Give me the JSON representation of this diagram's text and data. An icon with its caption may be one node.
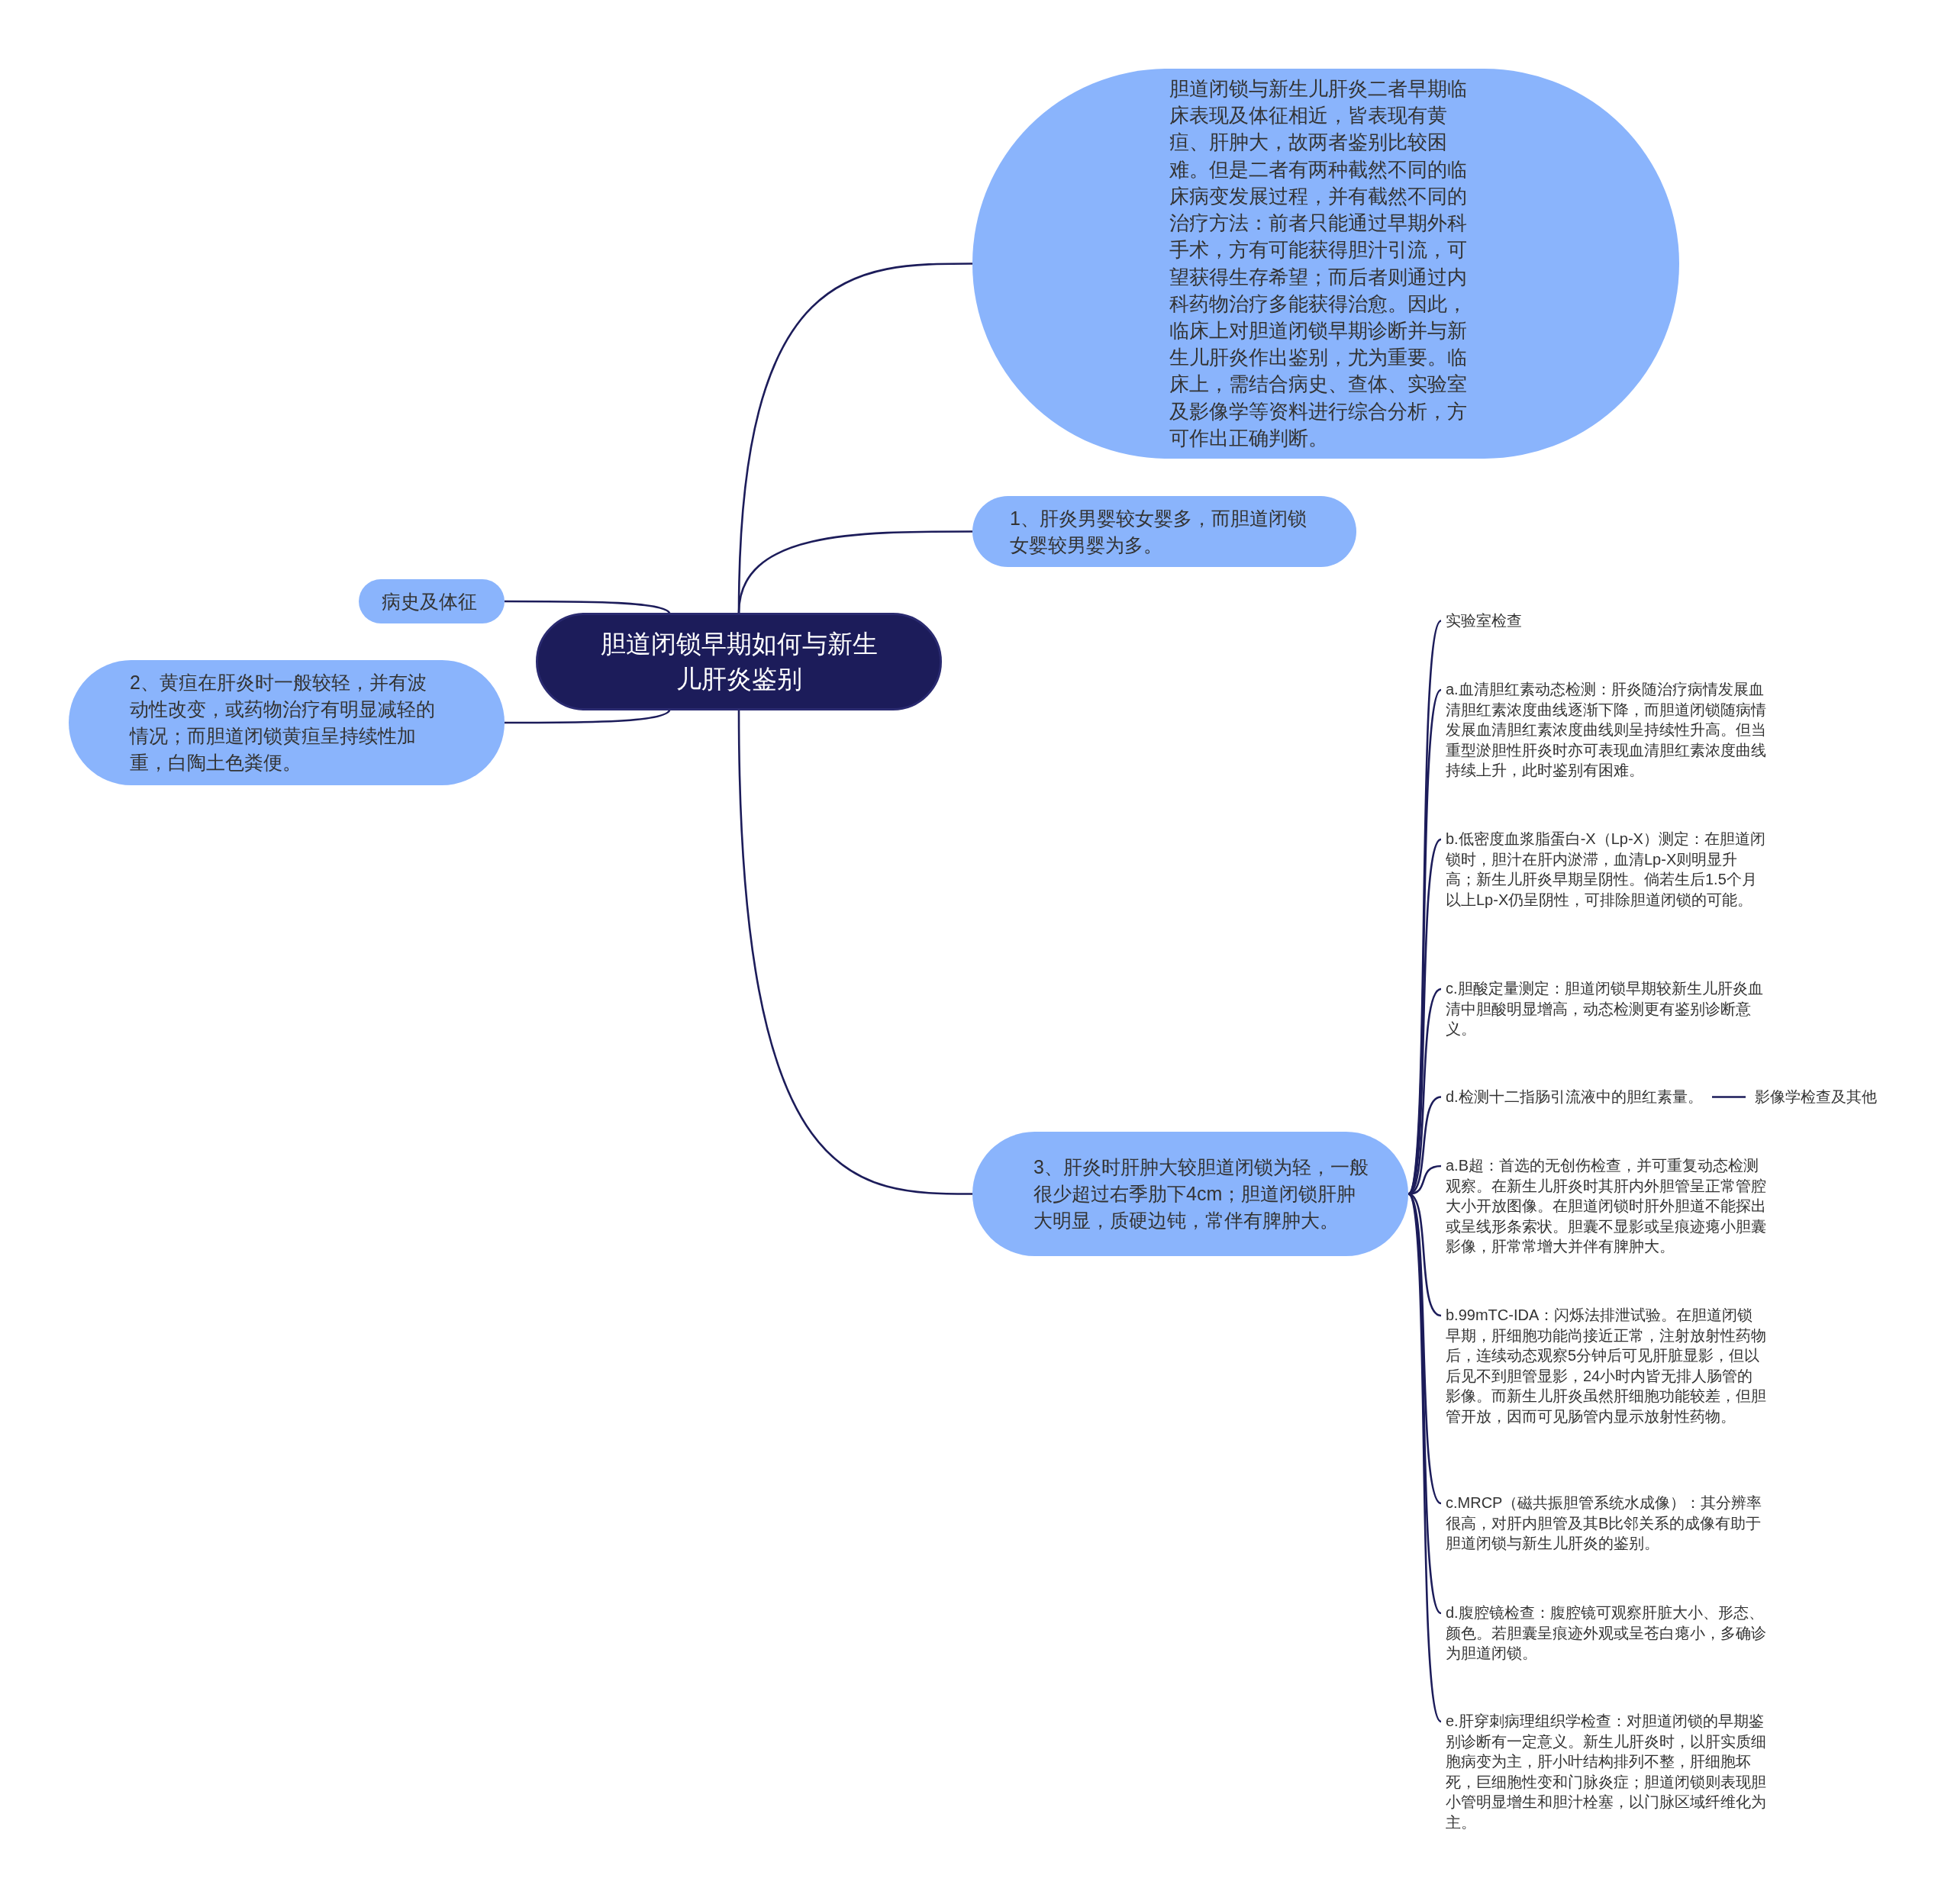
{
  "diagram": {
    "nodes": [
      {
        "text": [
          "胆道闭锁早期如何与新生儿肝炎鉴别"
        ]
      },
      {
        "text": [
          "胆道闭锁与新生儿肝炎二者早期临床表现及体征相近，皆表现有黄疸、肝肿大，故两者鉴别比较困难。但是二者有两种截然不同的临床病变发展过程，并有截然不同的治疗方法：前者只能通过早期外科手术，方有可能获得胆汁引流，可望获得生存希望；而后者则通过内科药物治疗多能获得治愈。因此，临床上对胆道闭锁早期诊断并与新生儿肝炎作出鉴别，尤为重要。临床上，需结合病史、查体、实验室及影像学等资料进行综合分析，方可作出正确判断。"
        ]
      },
      {
        "text": [
          "1、肝炎男婴较女婴多，而胆道闭锁女婴较男婴为多。"
        ]
      },
      {
        "text": [
          "病史及体征"
        ]
      },
      {
        "text": [
          "2、黄疸在肝炎时一般较轻，并有波动性改变，或药物治疗有明显减轻的情况；而胆道闭锁黄疸呈持续性加重，白陶土色粪便。"
        ]
      },
      {
        "text": [
          "3、肝炎时肝肿大较胆道闭锁为轻，一般很少超过右季肋下4cm；胆道闭锁肝肿大明显，质硬边钝，常伴有脾肿大。"
        ]
      },
      {
        "text": [
          "实验室检查"
        ]
      },
      {
        "text": [
          "a.血清胆红素动态检测：肝炎随治疗病情发展血清胆红素浓度曲线逐渐下降，而胆道闭锁随病情发展血清胆红素浓度曲线则呈持续性升高。但当重型淤胆性肝炎时亦可表现血清胆红素浓度曲线持续上升，此时鉴别有困难。"
        ]
      },
      {
        "text": [
          "b.低密度血浆脂蛋白-X（Lp-X）测定：在胆道闭锁时，胆汁在肝内淤滞，血清Lp-X则明显升高；新生儿肝炎早期呈阴性。倘若生后1.5个月以上Lp-X仍呈阴性，可排除胆道闭锁的可能。"
        ]
      },
      {
        "text": [
          "c.胆酸定量测定：胆道闭锁早期较新生儿肝炎血清中胆酸明显增高，动态检测更有鉴别诊断意义。"
        ]
      },
      {
        "text": [
          "d.检测十二指肠引流液中的胆红素量。"
        ]
      },
      {
        "text": [
          "影像学检查及其他"
        ]
      },
      {
        "text": [
          "a.B超：首选的无创伤检查，并可重复动态检测观察。在新生儿肝炎时其肝内外胆管呈正常管腔大小开放图像。在胆道闭锁时肝外胆道不能探出或呈线形条索状。胆囊不显影或呈痕迹瘪小胆囊影像，肝常常增大并伴有脾肿大。"
        ]
      },
      {
        "text": [
          "b.99mTC-IDA：闪烁法排泄试验。在胆道闭锁早期，肝细胞功能尚接近正常，注射放射性药物后，连续动态观察5分钟后可见肝脏显影，但以后见不到胆管显影，24小时内皆无排人肠管的影像。而新生儿肝炎虽然肝细胞功能较差，但胆管开放，因而可见肠管内显示放射性药物。"
        ]
      },
      {
        "text": [
          "c.MRCP（磁共振胆管系统水成像）：其分辨率很高，对肝内胆管及其B比邻关系的成像有助于胆道闭锁与新生儿肝炎的鉴别。"
        ]
      },
      {
        "text": [
          "d.腹腔镜检查：腹腔镜可观察肝脏大小、形态、颜色。若胆囊呈痕迹外观或呈苍白瘪小，多确诊为胆道闭锁。"
        ]
      },
      {
        "text": [
          "e.肝穿刺病理组织学检查：对胆道闭锁的早期鉴别诊断有一定意义。新生儿肝炎时，以肝实质细胞病变为主，肝小叶结构排列不整，肝细胞坏死，巨细胞性变和门脉炎症；胆道闭锁则表现胆小管明显增生和胆汁栓塞，以门脉区域纤维化为主。"
        ]
      }
    ],
    "edges": [
      {
        "from": 0,
        "to": 1,
        "arrow": "none"
      },
      {
        "from": 0,
        "to": 2,
        "arrow": "none"
      },
      {
        "from": 0,
        "to": 3,
        "arrow": "none"
      },
      {
        "from": 0,
        "to": 4,
        "arrow": "none"
      },
      {
        "from": 0,
        "to": 5,
        "arrow": "none"
      },
      {
        "from": 5,
        "to": 6,
        "arrow": "none"
      },
      {
        "from": 5,
        "to": 7,
        "arrow": "none"
      },
      {
        "from": 5,
        "to": 8,
        "arrow": "none"
      },
      {
        "from": 5,
        "to": 9,
        "arrow": "none"
      },
      {
        "from": 5,
        "to": 10,
        "arrow": "none"
      },
      {
        "from": 10,
        "to": 11,
        "arrow": "none"
      },
      {
        "from": 5,
        "to": 12,
        "arrow": "none"
      },
      {
        "from": 5,
        "to": 13,
        "arrow": "none"
      },
      {
        "from": 5,
        "to": 14,
        "arrow": "none"
      },
      {
        "from": 5,
        "to": 15,
        "arrow": "none"
      },
      {
        "from": 5,
        "to": 16,
        "arrow": "none"
      }
    ]
  }
}
